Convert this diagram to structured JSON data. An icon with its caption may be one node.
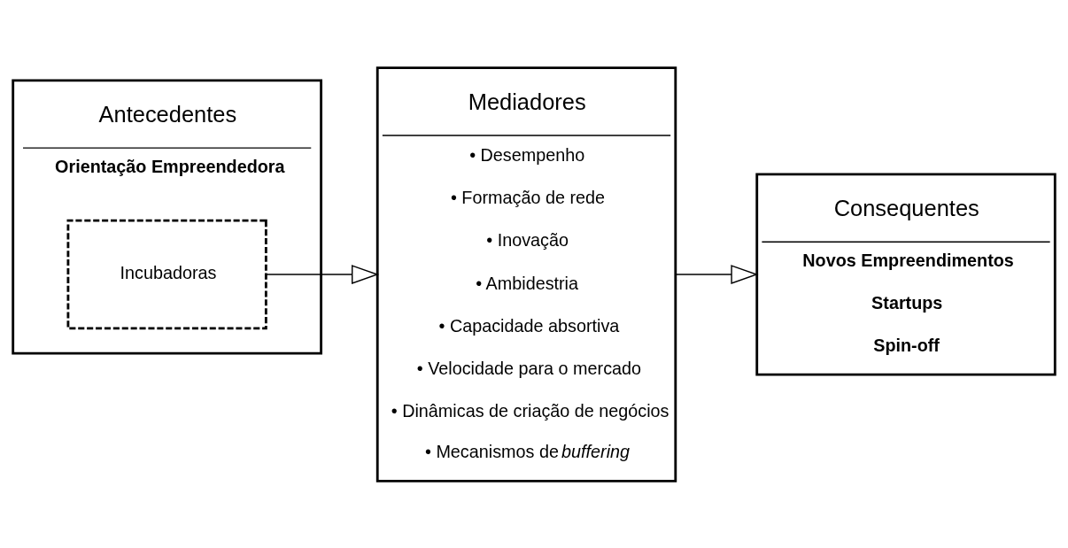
{
  "diagram": {
    "nodes": [
      {
        "text": [
          "Antecedentes",
          "Orientação Empreendedora"
        ]
      },
      {
        "text": [
          "Incubadoras"
        ],
        "in": 0
      },
      {
        "text": [
          "Mediadores",
          "• Desempenho",
          "• Formação de rede",
          "• Inovação",
          "• Ambidestria",
          "• Capacidade absortiva",
          "• Velocidade para o mercado",
          "• Dinâmicas de criação de negócios",
          "• Mecanismos de *buffering*"
        ]
      },
      {
        "text": [
          "Consequentes",
          "Novos Empreendimentos",
          "Startups",
          "Spin-off"
        ]
      }
    ],
    "edges": [
      {
        "from": 1,
        "to": 2,
        "arrow": "to"
      },
      {
        "from": 2,
        "to": 3,
        "arrow": "to"
      }
    ]
  }
}
